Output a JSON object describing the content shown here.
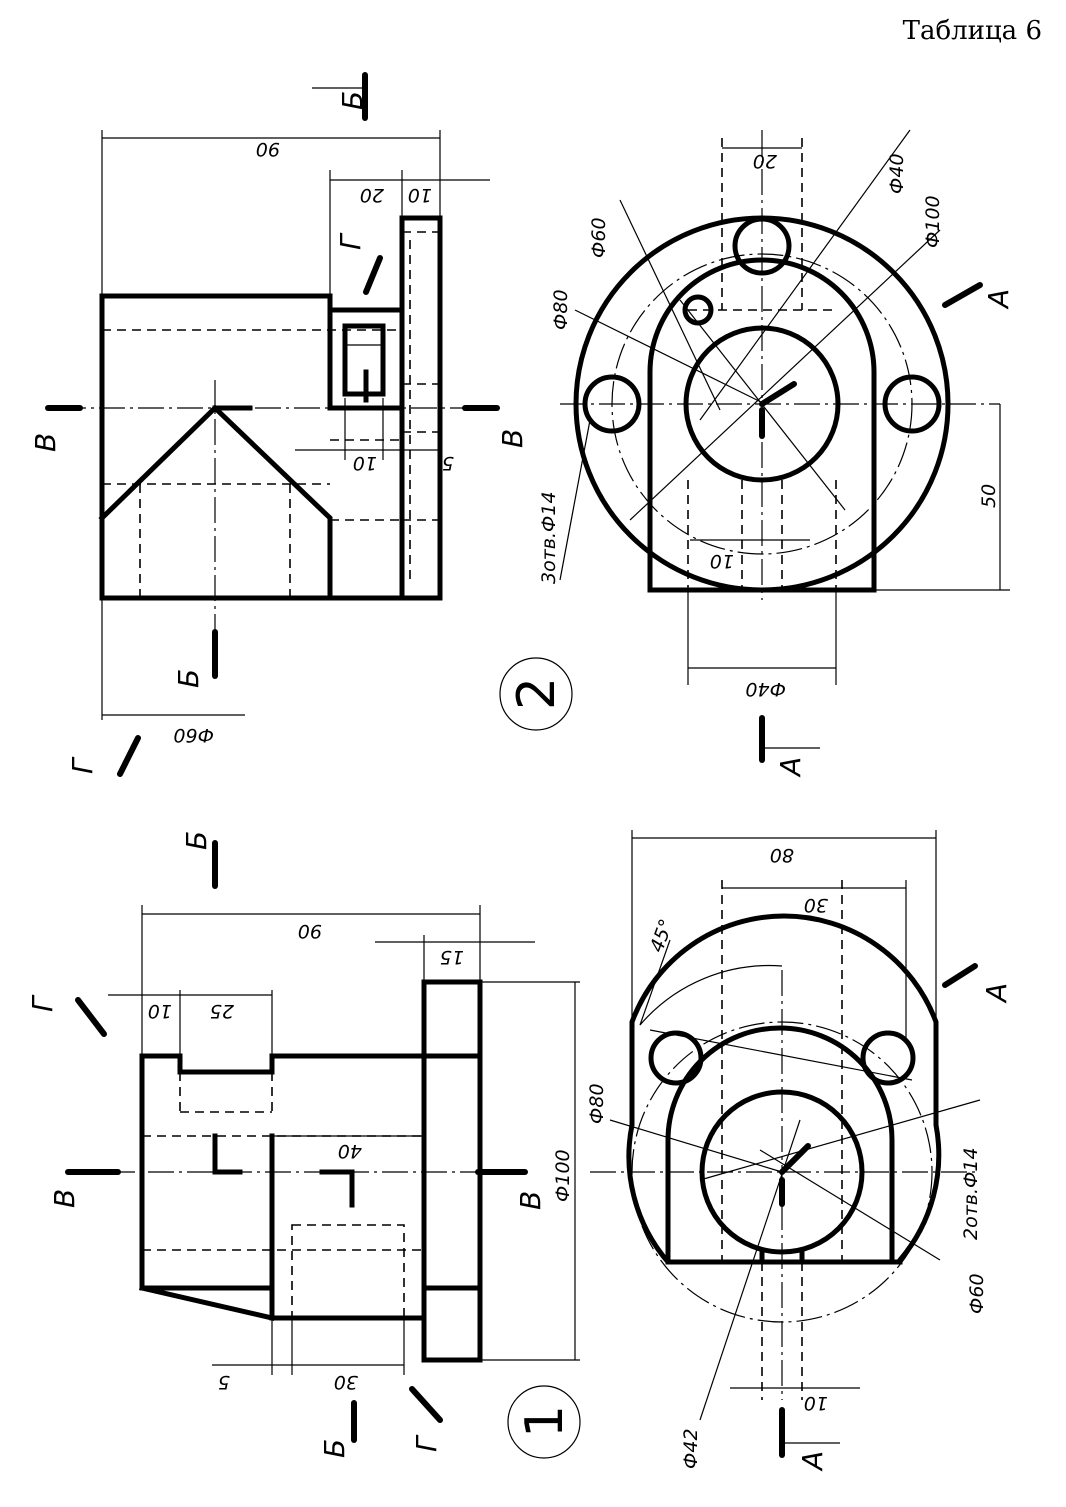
{
  "table_title": "Таблица 6",
  "variant_2": {
    "number": "2",
    "dims": {
      "d90": "90",
      "d20": "20",
      "d10_top": "10",
      "d10_mid": "10",
      "d5": "5",
      "phi60_side": "Ф60",
      "phi60_front": "Ф60",
      "phi80": "Ф80",
      "phi40_top": "Ф40",
      "phi100": "Ф100",
      "d20_front": "20",
      "holes": "3отв.Ф14",
      "d50": "50",
      "d10_front": "10",
      "phi40_bottom": "Ф40"
    },
    "labels": {
      "B_top": "Б",
      "B_bottom": "Б",
      "V_left": "В",
      "V_right": "В",
      "G_top": "Г",
      "G_bottom": "Г",
      "A_right": "А",
      "A_bottom": "А"
    }
  },
  "variant_1": {
    "number": "1",
    "dims": {
      "d90": "90",
      "d15": "15",
      "d10": "10",
      "d25": "25",
      "d40": "40",
      "phi100": "Ф100",
      "d5": "5",
      "d30_side": "30",
      "d80": "80",
      "d30_front": "30",
      "angle45": "45°",
      "phi80": "Ф80",
      "holes": "2отв.Ф14",
      "phi60": "Ф60",
      "phi42": "Ф42",
      "d10_front": "10"
    },
    "labels": {
      "B_top": "Б",
      "B_bottom": "Б",
      "V_left": "В",
      "V_right": "В",
      "G_top": "Г",
      "G_bottom": "Г",
      "A_right": "А",
      "A_bottom": "А"
    }
  }
}
